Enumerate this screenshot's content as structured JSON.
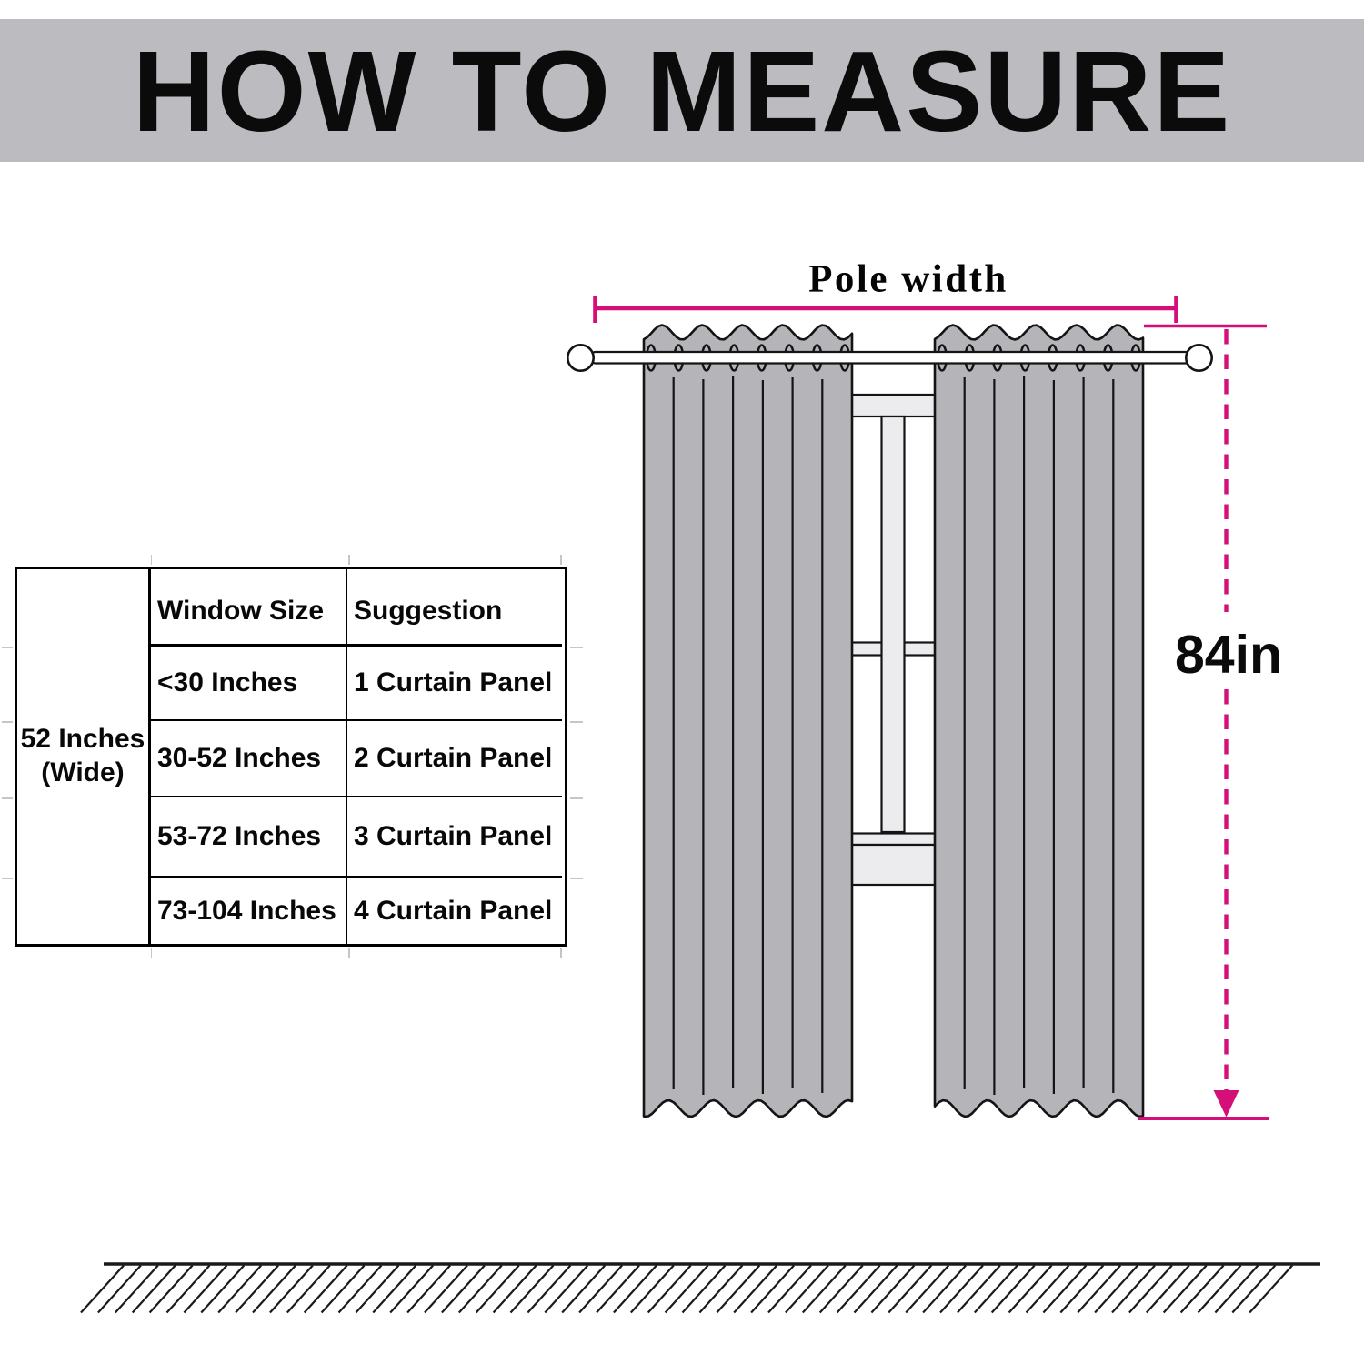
{
  "title": "HOW TO MEASURE",
  "colors": {
    "accent": "#d40f78",
    "banner_bg": "#bcbcc0",
    "curtain": "#b5b5b9",
    "frame": "#ececef",
    "ink": "#141414"
  },
  "measurements": {
    "pole_width_label": "Pole width",
    "curtain_length_label": "84in"
  },
  "size_table": {
    "row_header_line1": "52 Inches",
    "row_header_line2": "(Wide)",
    "columns": [
      "Window Size",
      "Suggestion"
    ],
    "rows": [
      [
        "<30 Inches",
        "1 Curtain Panel"
      ],
      [
        "30-52 Inches",
        "2 Curtain Panel"
      ],
      [
        "53-72 Inches",
        "3 Curtain Panel"
      ],
      [
        "73-104 Inches",
        "4 Curtain Panel"
      ]
    ]
  }
}
